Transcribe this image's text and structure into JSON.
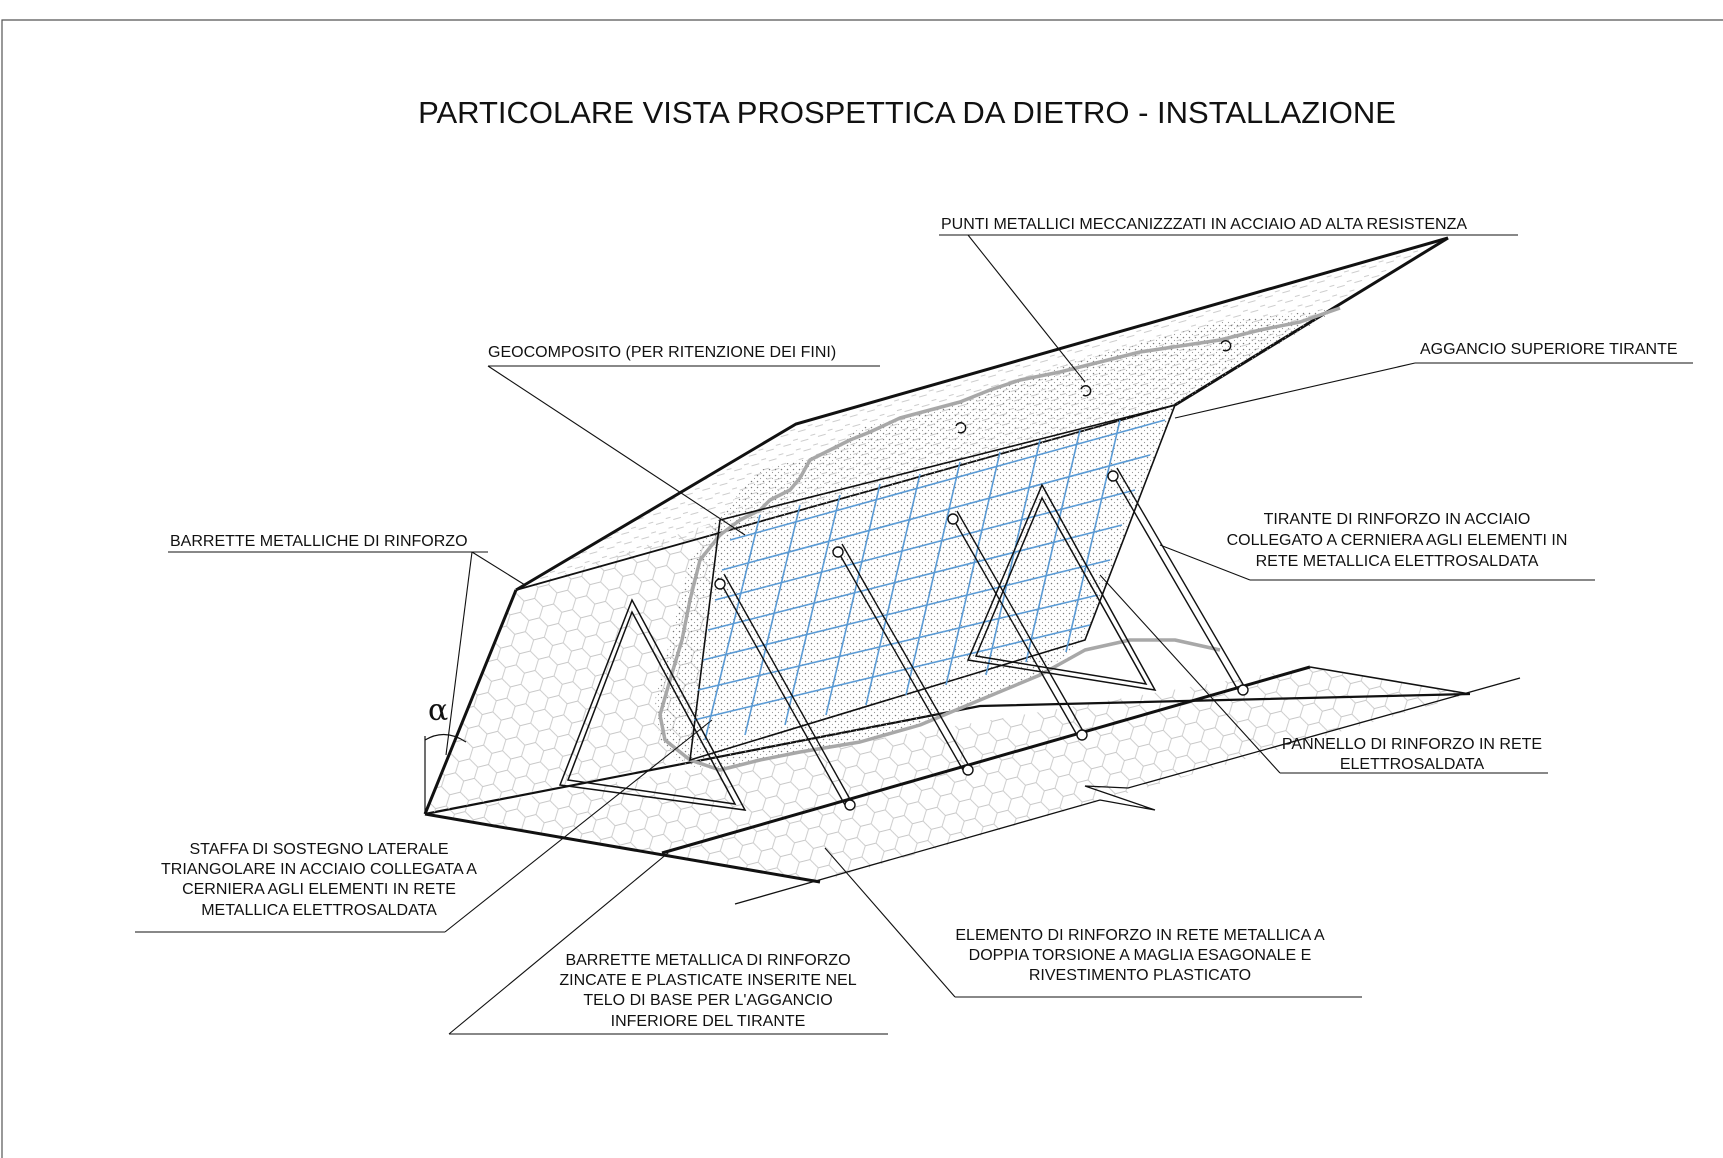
{
  "drawing": {
    "title": "PARTICOLARE VISTA PROSPETTICA DA DIETRO - INSTALLAZIONE",
    "angle_symbol": "α",
    "colors": {
      "line": "#111111",
      "mesh_blue": "#5b9bd5",
      "geocomposite_edge": "#a8a8a8",
      "hex_mesh": "#c8c8c8"
    },
    "labels": {
      "punti": [
        "PUNTI METALLICI MECCANIZZZATI IN ACCIAIO AD ALTA RESISTENZA"
      ],
      "geocomposito": [
        "GEOCOMPOSITO (PER RITENZIONE DEI FINI)"
      ],
      "aggancio": [
        "AGGANCIO SUPERIORE TIRANTE"
      ],
      "barrette_rinforzo": [
        "BARRETTE METALLICHE DI RINFORZO"
      ],
      "tirante": [
        "TIRANTE DI RINFORZO IN ACCIAIO",
        "COLLEGATO A CERNIERA AGLI ELEMENTI IN",
        "RETE METALLICA ELETTROSALDATA"
      ],
      "pannello": [
        "PANNELLO DI RINFORZO IN RETE",
        "ELETTROSALDATA"
      ],
      "staffa": [
        "STAFFA DI SOSTEGNO LATERALE",
        "TRIANGOLARE IN ACCIAIO COLLEGATA A",
        "CERNIERA AGLI ELEMENTI IN RETE",
        "METALLICA ELETTROSALDATA"
      ],
      "barrette_zincate": [
        "BARRETTE METALLICA DI RINFORZO",
        "ZINCATE E PLASTICATE INSERITE NEL",
        "TELO DI BASE PER L'AGGANCIO",
        "INFERIORE DEL TIRANTE"
      ],
      "elemento": [
        "ELEMENTO DI RINFORZO IN RETE METALLICA A",
        "DOPPIA TORSIONE A MAGLIA ESAGONALE E",
        "RIVESTIMENTO PLASTICATO"
      ]
    }
  }
}
